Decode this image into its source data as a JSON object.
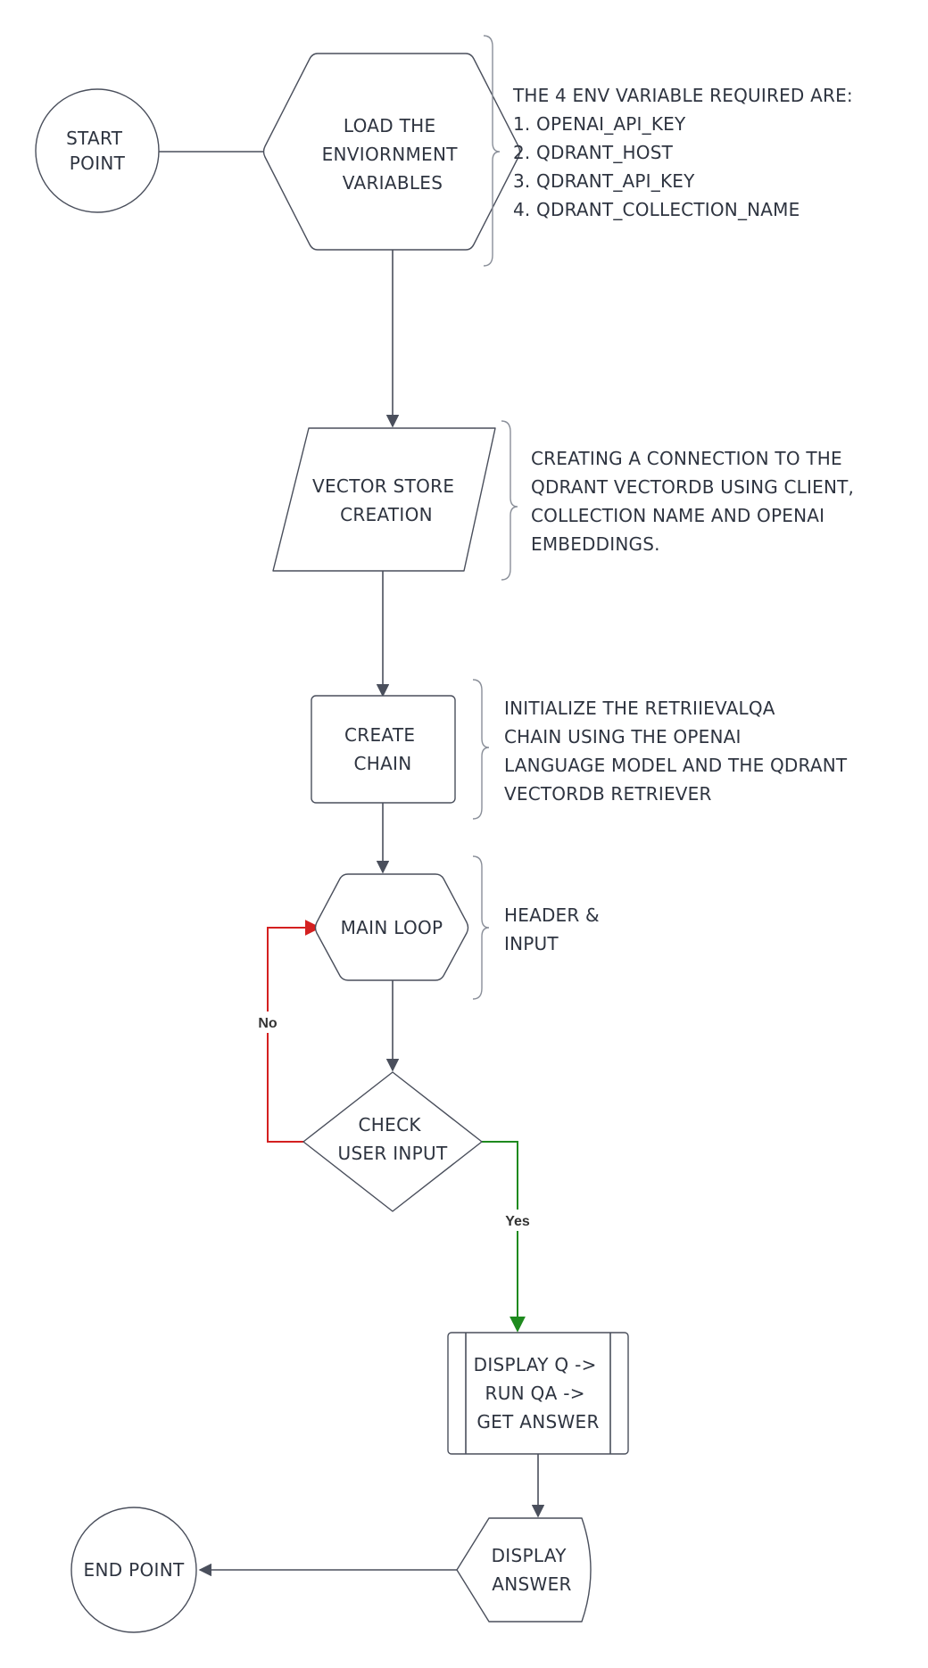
{
  "nodes": {
    "start": {
      "lines": [
        "START",
        "POINT"
      ],
      "color": "#f9d73a"
    },
    "load_env": {
      "lines": [
        "LOAD THE",
        "ENVIORNMENT",
        "VARIABLES"
      ]
    },
    "vector_store": {
      "lines": [
        "VECTOR STORE",
        "CREATION"
      ]
    },
    "create_chain": {
      "lines": [
        "CREATE",
        "CHAIN"
      ]
    },
    "main_loop": {
      "lines": [
        "MAIN LOOP"
      ]
    },
    "check_input": {
      "lines": [
        "CHECK",
        "USER INPUT"
      ],
      "color": "#eef3fb"
    },
    "display_run": {
      "lines": [
        "DISPLAY Q ->",
        "RUN QA ->",
        "GET ANSWER"
      ]
    },
    "display_answer": {
      "lines": [
        "DISPLAY",
        "ANSWER"
      ]
    },
    "end": {
      "lines": [
        "END POINT"
      ],
      "color": "#52c45b"
    }
  },
  "notes": {
    "env": [
      "THE 4 ENV VARIABLE REQUIRED ARE:",
      "1. OPENAI_API_KEY",
      "2. QDRANT_HOST",
      "3. QDRANT_API_KEY",
      "4. QDRANT_COLLECTION_NAME"
    ],
    "vector": [
      "CREATING A CONNECTION TO THE",
      "QDRANT VECTORDB USING CLIENT,",
      "COLLECTION NAME AND OPENAI",
      "EMBEDDINGS."
    ],
    "chain": [
      "INITIALIZE THE RETRIIEVALQA",
      "CHAIN USING THE OPENAI",
      "LANGUAGE MODEL AND THE QDRANT",
      "VECTORDB RETRIEVER"
    ],
    "loop": [
      "HEADER &",
      "INPUT"
    ]
  },
  "edges": {
    "no_label": "No",
    "yes_label": "Yes",
    "no_color": "#d42020",
    "yes_color": "#1e8a1e"
  }
}
